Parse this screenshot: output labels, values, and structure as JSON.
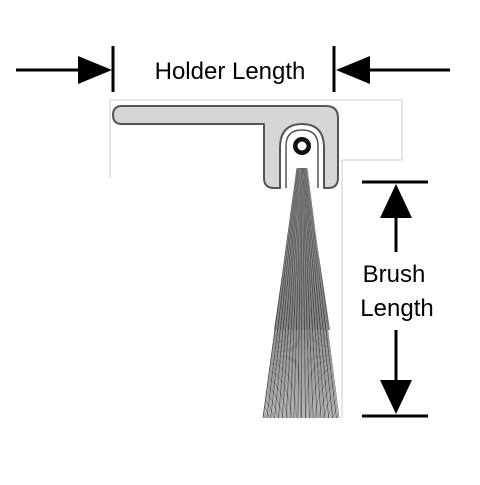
{
  "labels": {
    "holder_length": "Holder Length",
    "brush_length_line1": "Brush",
    "brush_length_line2": "Length"
  },
  "colors": {
    "ink": "#000000",
    "holder_fill": "#d6d6d6",
    "holder_stroke": "#555555",
    "guide_line": "#cccccc",
    "background": "#ffffff"
  }
}
